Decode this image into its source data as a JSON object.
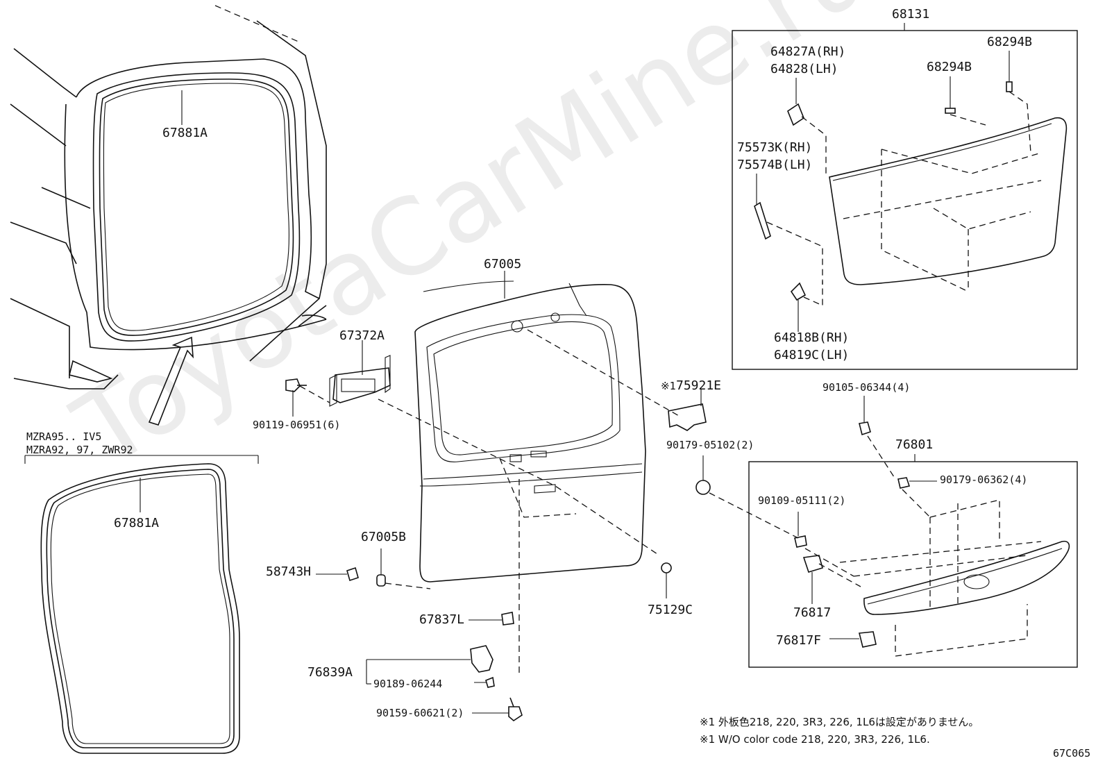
{
  "watermark": "ToyotaCarMine.ru",
  "diagram_code": "67C065",
  "groups": {
    "glass_group": "68131",
    "garnish_group": "76801",
    "variant_note": {
      "line1": "MZRA95.. IV5",
      "line2": "MZRA92, 97, ZWR92"
    }
  },
  "parts": {
    "weatherstrip_body": "67881A",
    "weatherstrip_variant": "67881A",
    "back_door_panel": "67005",
    "hinge": "67372A",
    "bolt_hinge": "90119-06951(6)",
    "cushion": "67005B",
    "plug_58743H": "58743H",
    "striker_67837L": "67837L",
    "lock_76839A": "76839A",
    "screw_90189": "90189-06244",
    "bolt_90159": "90159-60621(2)",
    "plug_75129C": "75129C",
    "emblem_75921E": "75921E",
    "emblem_prefix": "※1",
    "clip_90179_05102": "90179-05102(2)",
    "glass_clip_rh": "64827A(RH)",
    "glass_clip_lh": "64828(LH)",
    "spacer_68294B_a": "68294B",
    "spacer_68294B_b": "68294B",
    "molding_rh": "75573K(RH)",
    "molding_lh": "75574B(LH)",
    "retainer_rh": "64818B(RH)",
    "retainer_lh": "64819C(LH)",
    "nut_90105": "90105-06344(4)",
    "clip_90179_06362": "90179-06362(4)",
    "clip_90109": "90109-05111(2)",
    "cushion_76817": "76817",
    "cushion_76817F": "76817F"
  },
  "notes": {
    "note_jp": "※1 外板色218, 220, 3R3, 226, 1L6は設定がありません。",
    "note_en": "※1 W/O color code 218, 220, 3R3, 226, 1L6."
  }
}
